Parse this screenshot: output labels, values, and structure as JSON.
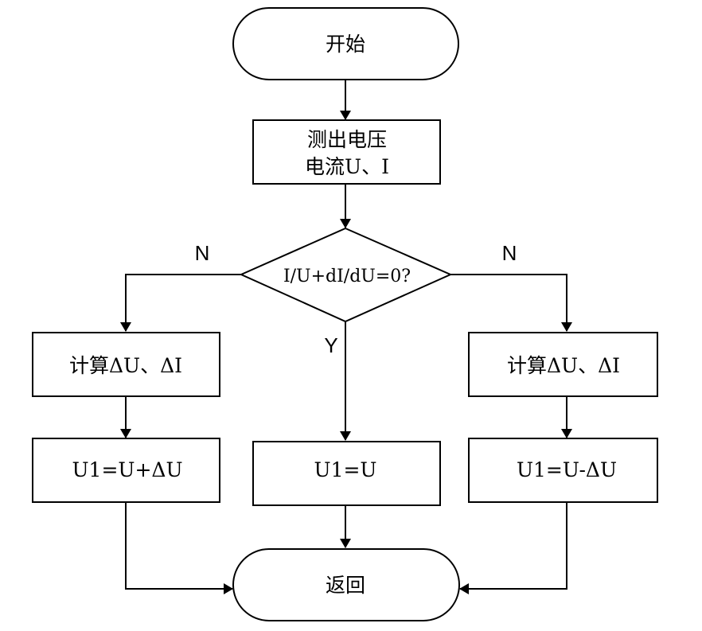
{
  "nodes": {
    "start": "开始",
    "measure_line1": "测出电压",
    "measure_line2": "电流U、I",
    "decision": "I/U+dI/dU=0?",
    "calc_left": "计算ΔU、ΔI",
    "calc_right": "计算ΔU、ΔI",
    "update_left": "U1=U+ΔU",
    "update_middle": "U1=U",
    "update_right": "U1=U-ΔU",
    "end": "返回"
  },
  "branches": {
    "left": "N",
    "right": "N",
    "down": "Y"
  }
}
